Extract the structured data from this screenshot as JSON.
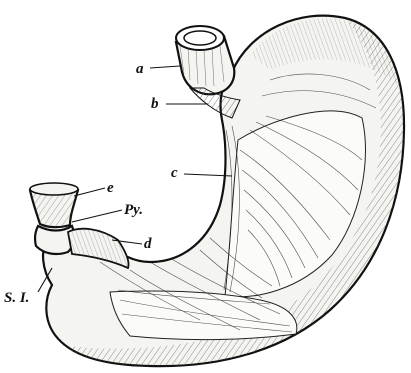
{
  "figure": {
    "labels": {
      "a": "a",
      "b": "b",
      "c": "c",
      "e": "e",
      "py": "Py.",
      "d": "d",
      "si": "S. I."
    }
  }
}
